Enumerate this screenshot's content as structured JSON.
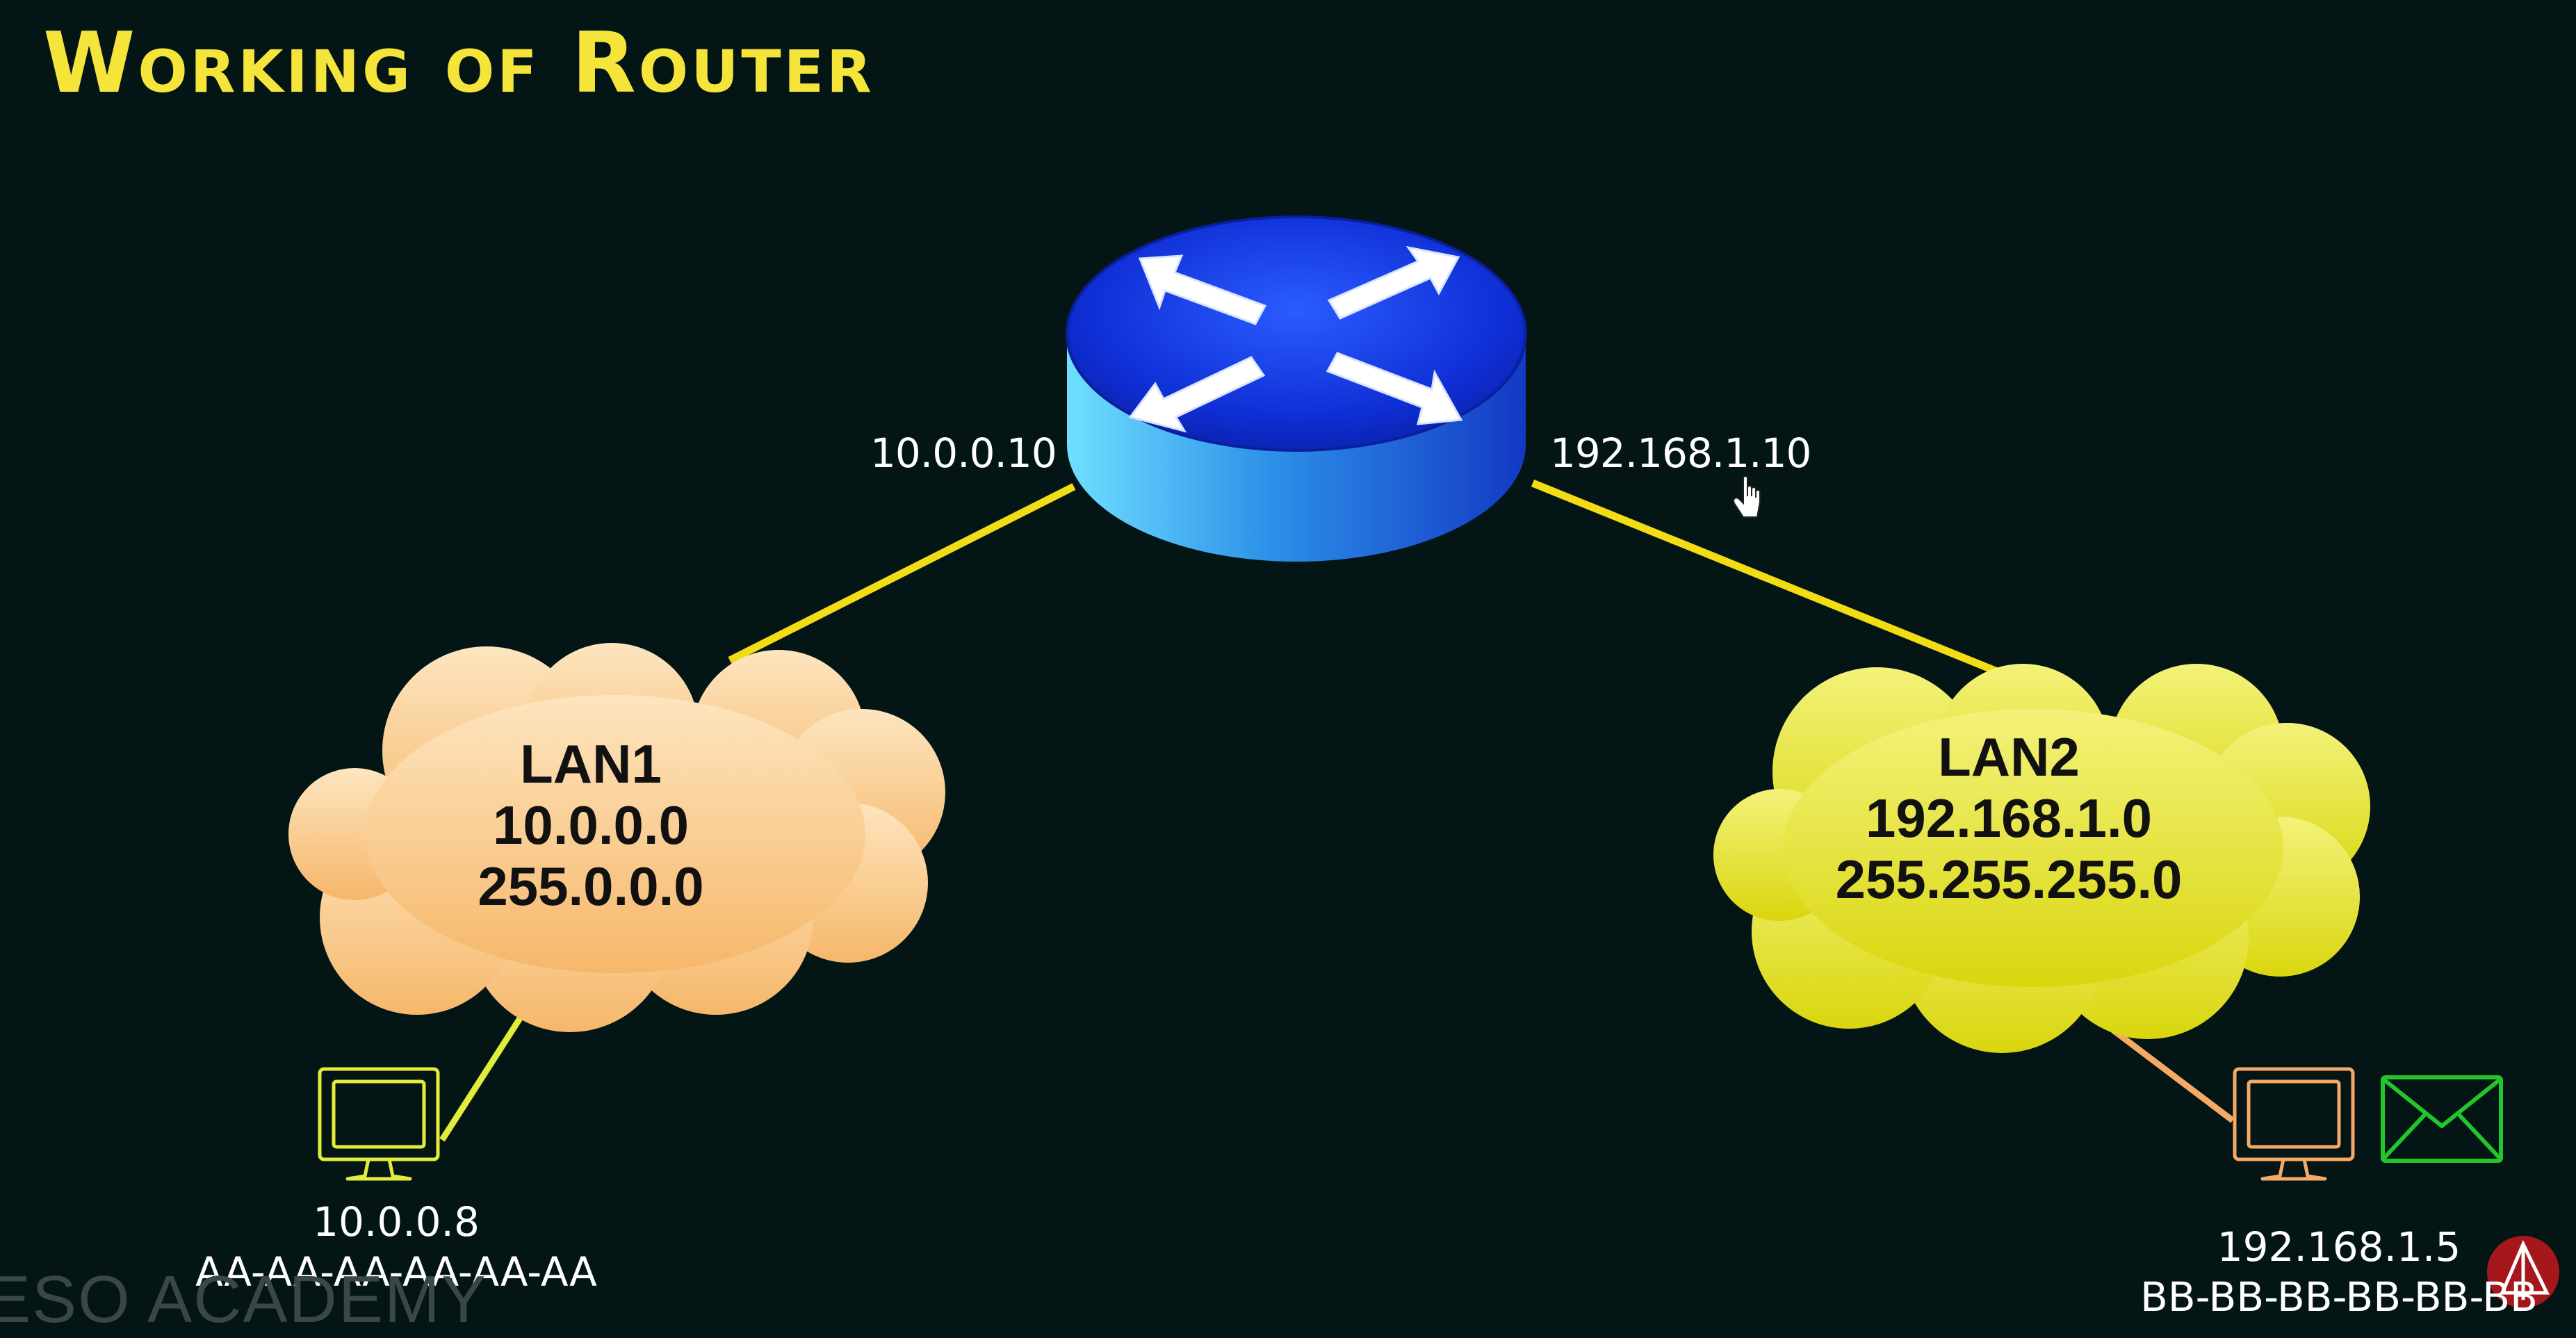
{
  "title": "Working of Router",
  "router": {
    "left_interface_ip": "10.0.0.10",
    "right_interface_ip": "192.168.1.10"
  },
  "lan1": {
    "name": "LAN1",
    "network": "10.0.0.0",
    "mask": "255.0.0.0",
    "color": "#f9c27a"
  },
  "lan2": {
    "name": "LAN2",
    "network": "192.168.1.0",
    "mask": "255.255.255.0",
    "color": "#e6e61c"
  },
  "host1": {
    "ip": "10.0.0.8",
    "mac": "AA-AA-AA-AA-AA-AA",
    "icon": "computer-icon"
  },
  "host2": {
    "ip": "192.168.1.5",
    "mac": "BB-BB-BB-BB-BB-BB",
    "icon": "computer-icon"
  },
  "envelope_icon": "envelope-icon",
  "watermark": "ESO ACADEMY",
  "colors": {
    "background": "#041515",
    "title": "#f5e43a",
    "link": "#f2dc16",
    "router_top": "#1034e0",
    "router_side": "#2fb3f0"
  }
}
